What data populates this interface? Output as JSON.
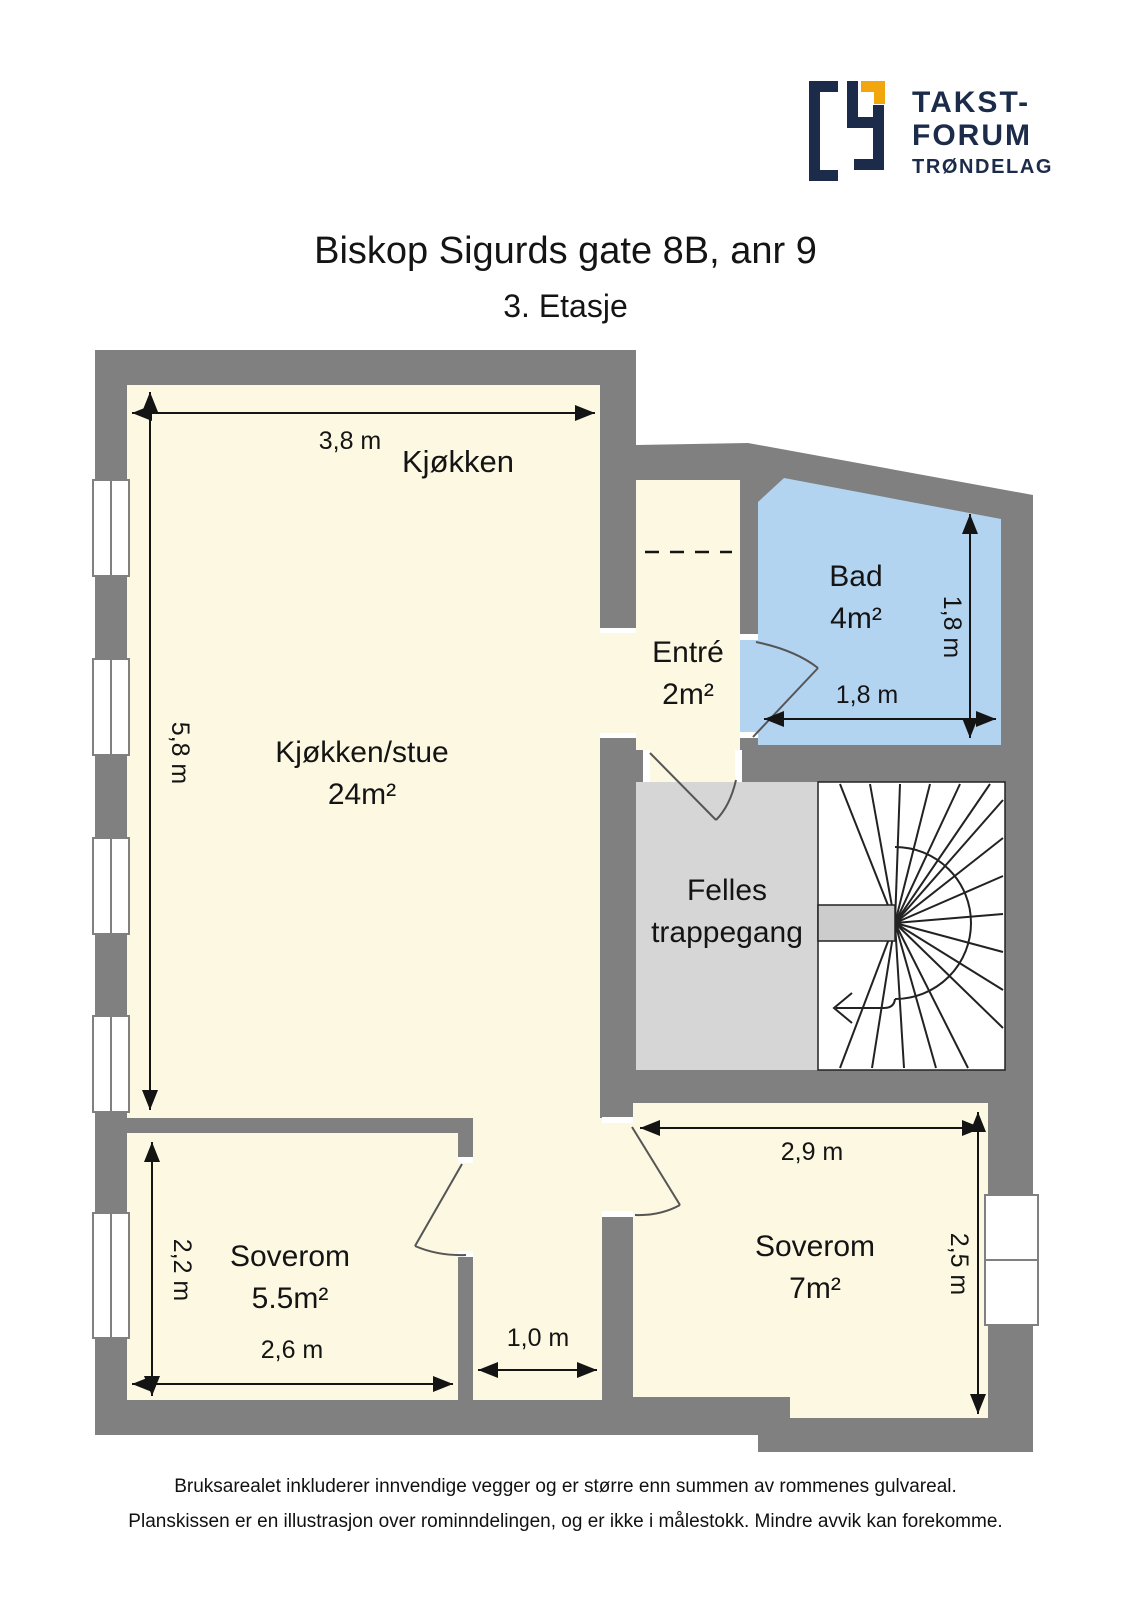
{
  "logo": {
    "line1": "TAKST-",
    "line2": "FORUM",
    "line3": "TRØNDELAG",
    "navy": "#1c2b4a",
    "yellow": "#f2a60d"
  },
  "header": {
    "title": "Biskop Sigurds gate 8B, anr 9",
    "subtitle": "3. Etasje"
  },
  "plan": {
    "colors": {
      "wall": "#808080",
      "room": "#fcf8e2",
      "bathroom": "#b3d4f1",
      "stairwell": "#d6d6d6",
      "landing": "#cccccc"
    },
    "rooms": {
      "kitchen": {
        "name": "Kjøkken"
      },
      "kitchen_living": {
        "name": "Kjøkken/stue",
        "area": "24m²"
      },
      "entre": {
        "name": "Entré",
        "area": "2m²"
      },
      "bath": {
        "name": "Bad",
        "area": "4m²"
      },
      "stairwell": {
        "name_line1": "Felles",
        "name_line2": "trappegang"
      },
      "bedroom_small": {
        "name": "Soverom",
        "area": "5.5m²"
      },
      "bedroom_large": {
        "name": "Soverom",
        "area": "7m²"
      }
    },
    "dimensions": {
      "kitchen_width": "3,8 m",
      "kitchen_depth": "5,8 m",
      "bath_width": "1,8 m",
      "bath_depth": "1,8 m",
      "bedroom_large_width": "2,9 m",
      "bedroom_large_depth": "2,5 m",
      "bedroom_small_width": "2,6 m",
      "bedroom_small_depth": "2,2 m",
      "hall_width": "1,0 m"
    }
  },
  "footer": {
    "line1": "Bruksarealet inkluderer innvendige vegger og er større enn summen av rommenes gulvareal.",
    "line2": "Planskissen er en illustrasjon over rominndelingen, og er ikke i målestokk. Mindre avvik kan forekomme."
  }
}
